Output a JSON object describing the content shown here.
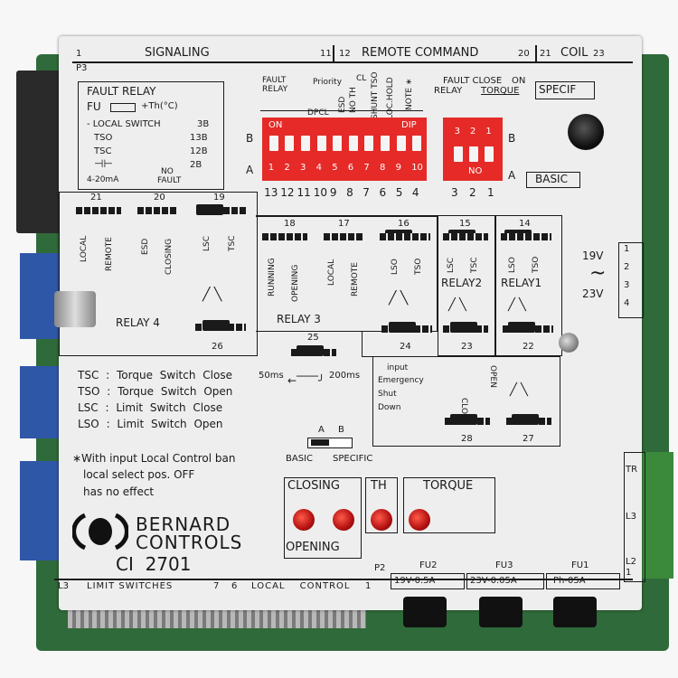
{
  "header": {
    "pin_1": "1",
    "signaling": "SIGNALING",
    "pin_11": "11",
    "pin_12": "12",
    "remote_command": "REMOTE COMMAND",
    "pin_20": "20",
    "pin_21": "21",
    "coil": "COIL",
    "pin_23": "23",
    "p3": "P3"
  },
  "fault_relay_box": {
    "title": "FAULT RELAY",
    "fu": "FU",
    "th": "+Th(°C)",
    "local_switch": "- LOCAL SWITCH",
    "local_switch_pin": "3B",
    "tso": "TSO",
    "tso_pin": "13B",
    "tsc": "TSC",
    "tsc_pin": "12B",
    "cap_pin": "2B",
    "ma": "4-20mA",
    "no": "NO",
    "fault": "FAULT"
  },
  "dip_main": {
    "labels": [
      "FAULT RELAY",
      "Priority",
      "DPCL",
      "ESD",
      "NO TH",
      "CL",
      "SHUNT TSO",
      "LOC.HOLD",
      "NOTE ∗"
    ],
    "on": "ON",
    "dip": "DIP",
    "row_b": "B",
    "row_a": "A",
    "switch_numbers": [
      "1",
      "2",
      "3",
      "4",
      "5",
      "6",
      "7",
      "8",
      "9",
      "10"
    ],
    "pins": [
      "13",
      "12",
      "11",
      "10",
      "9",
      "8",
      "7",
      "6",
      "5",
      "4"
    ]
  },
  "dip_small": {
    "fault_close": "FAULT CLOSE",
    "on": "ON",
    "relay": "RELAY",
    "torque": "TORQUE",
    "specif": "SPECIF",
    "basic": "BASIC",
    "row_b": "B",
    "row_a": "A",
    "no": "NO",
    "switch_numbers": [
      "3",
      "2",
      "1"
    ],
    "pins": [
      "3",
      "2",
      "1"
    ]
  },
  "relay4": {
    "j21": "21",
    "j20": "20",
    "j19": "19",
    "local": "LOCAL",
    "remote": "REMOTE",
    "esd": "ESD",
    "closing": "CLOSING",
    "lsc": "LSC",
    "tsc": "TSC",
    "label": "RELAY 4",
    "j26": "26"
  },
  "relay3": {
    "j18": "18",
    "j17": "17",
    "j16": "16",
    "running": "RUNNING",
    "opening": "OPENING",
    "local": "LOCAL",
    "remote": "REMOTE",
    "lso": "LSO",
    "tso": "TSO",
    "label": "RELAY 3",
    "j24": "24"
  },
  "relay2": {
    "j15": "15",
    "lsc": "LSC",
    "tsc": "TSC",
    "label": "RELAY2",
    "j23": "23"
  },
  "relay1": {
    "j14": "14",
    "lso": "LSO",
    "tso": "TSO",
    "label": "RELAY1",
    "j22": "22"
  },
  "supply": {
    "v19": "19V",
    "tilde": "~",
    "v23": "23V",
    "pins": [
      "1",
      "2",
      "3",
      "4"
    ]
  },
  "delay": {
    "j25": "25",
    "ms50": "50ms",
    "ms200": "200ms"
  },
  "legend": {
    "tsc": "TSC : Torque Switch Close",
    "tso": "TSO : Torque Switch Open",
    "lsc": "LSC : Limit Switch Close",
    "lso": "LSO : Limit Switch Open",
    "note_1": "∗With input Local Control ban",
    "note_2": "local select pos. OFF",
    "note_3": "has no effect"
  },
  "esd_box": {
    "input": "input",
    "emergency": "Emergency",
    "shut": "Shut",
    "down": "Down",
    "close": "CLOSE",
    "open": "OPEN",
    "j28": "28",
    "j27": "27"
  },
  "mode_switch": {
    "a": "A",
    "b": "B",
    "basic": "BASIC",
    "specific": "SPECIFIC"
  },
  "leds": {
    "closing": "CLOSING",
    "opening": "OPENING",
    "th": "TH",
    "torque": "TORQUE"
  },
  "brand": {
    "name_1": "BERNARD",
    "name_2": "CONTROLS",
    "model": "CI  2701"
  },
  "footer": {
    "l3": "L3",
    "limit_switches": "LIMIT SWITCHES",
    "pin_7": "7",
    "pin_6": "6",
    "local_control": "LOCAL CONTROL",
    "pin_1": "1",
    "p2": "P2",
    "fu2": "FU2",
    "fu2_rating": "19V-0.5A",
    "fu3": "FU3",
    "fu3_rating": "23V-0.05A",
    "fu1": "FU1",
    "fu1_rating": "Ph-05A"
  },
  "right_terminal": {
    "tr": "TR",
    "l3": "L3",
    "l2": "L2",
    "one": "1"
  },
  "colors": {
    "panel": "#eeeeee",
    "ink": "#1a1a1a",
    "dip_red": "#e52a27",
    "pcb": "#2f6a3a",
    "connector_blue": "#2f57a8",
    "led_red": "#d11a1a"
  }
}
